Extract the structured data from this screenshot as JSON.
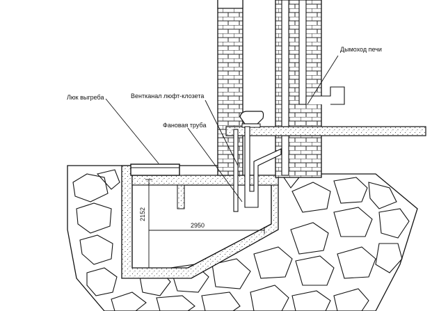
{
  "labels": {
    "chimney": "Дымоход печи",
    "hatch": "Люк выгреба",
    "vent": "Вентканал люфт-клозета",
    "pipe": "Фановая труба"
  },
  "dimensions": {
    "height": "2152",
    "width": "2950"
  },
  "colors": {
    "line": "#111111",
    "concrete_dot": "#555555",
    "background": "#ffffff"
  }
}
